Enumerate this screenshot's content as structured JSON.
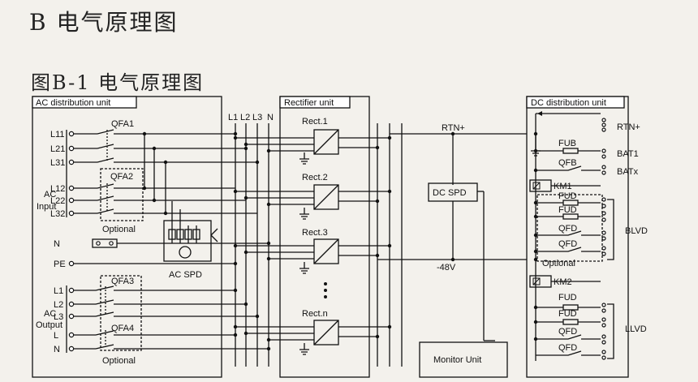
{
  "titles": {
    "main": "B 电气原理图",
    "sub": "图B-1 电气原理图"
  },
  "ac_dist": {
    "title": "AC distribution unit",
    "in_lines": [
      "L11",
      "L21",
      "L31",
      "L12",
      "L22",
      "L32"
    ],
    "qfa1": "QFA1",
    "qfa2": "QFA2",
    "optional_top": "Optional",
    "ac_input": [
      "AC",
      "Input"
    ],
    "n": "N",
    "pe": "PE",
    "ac_spd": "AC SPD",
    "ac_output": [
      "AC",
      "Output"
    ],
    "out_lines": [
      "L1",
      "L2",
      "L3",
      "L",
      "N"
    ],
    "qfa3": "QFA3",
    "qfa4": "QFA4",
    "optional_bottom": "Optional"
  },
  "bus_labels": [
    "L1",
    "L2",
    "L3",
    "N"
  ],
  "rectifier": {
    "title": "Rectifier unit",
    "units": [
      "Rect.1",
      "Rect.2",
      "Rect.3",
      "Rect.n"
    ]
  },
  "middle": {
    "rtn": "RTN+",
    "dc_spd": "DC SPD",
    "minus48": "-48V",
    "monitor": "Monitor Unit"
  },
  "dc_dist": {
    "title": "DC distribution unit",
    "rtn": "RTN+",
    "fub": "FUB",
    "bat1": "BAT1",
    "qfb": "QFB",
    "batx": "BATx",
    "km1": "KM1",
    "fud": "FUD",
    "qfd": "QFD",
    "blvd": "BLVD",
    "optional": "Optional",
    "km2": "KM2",
    "llvd": "LLVD"
  }
}
